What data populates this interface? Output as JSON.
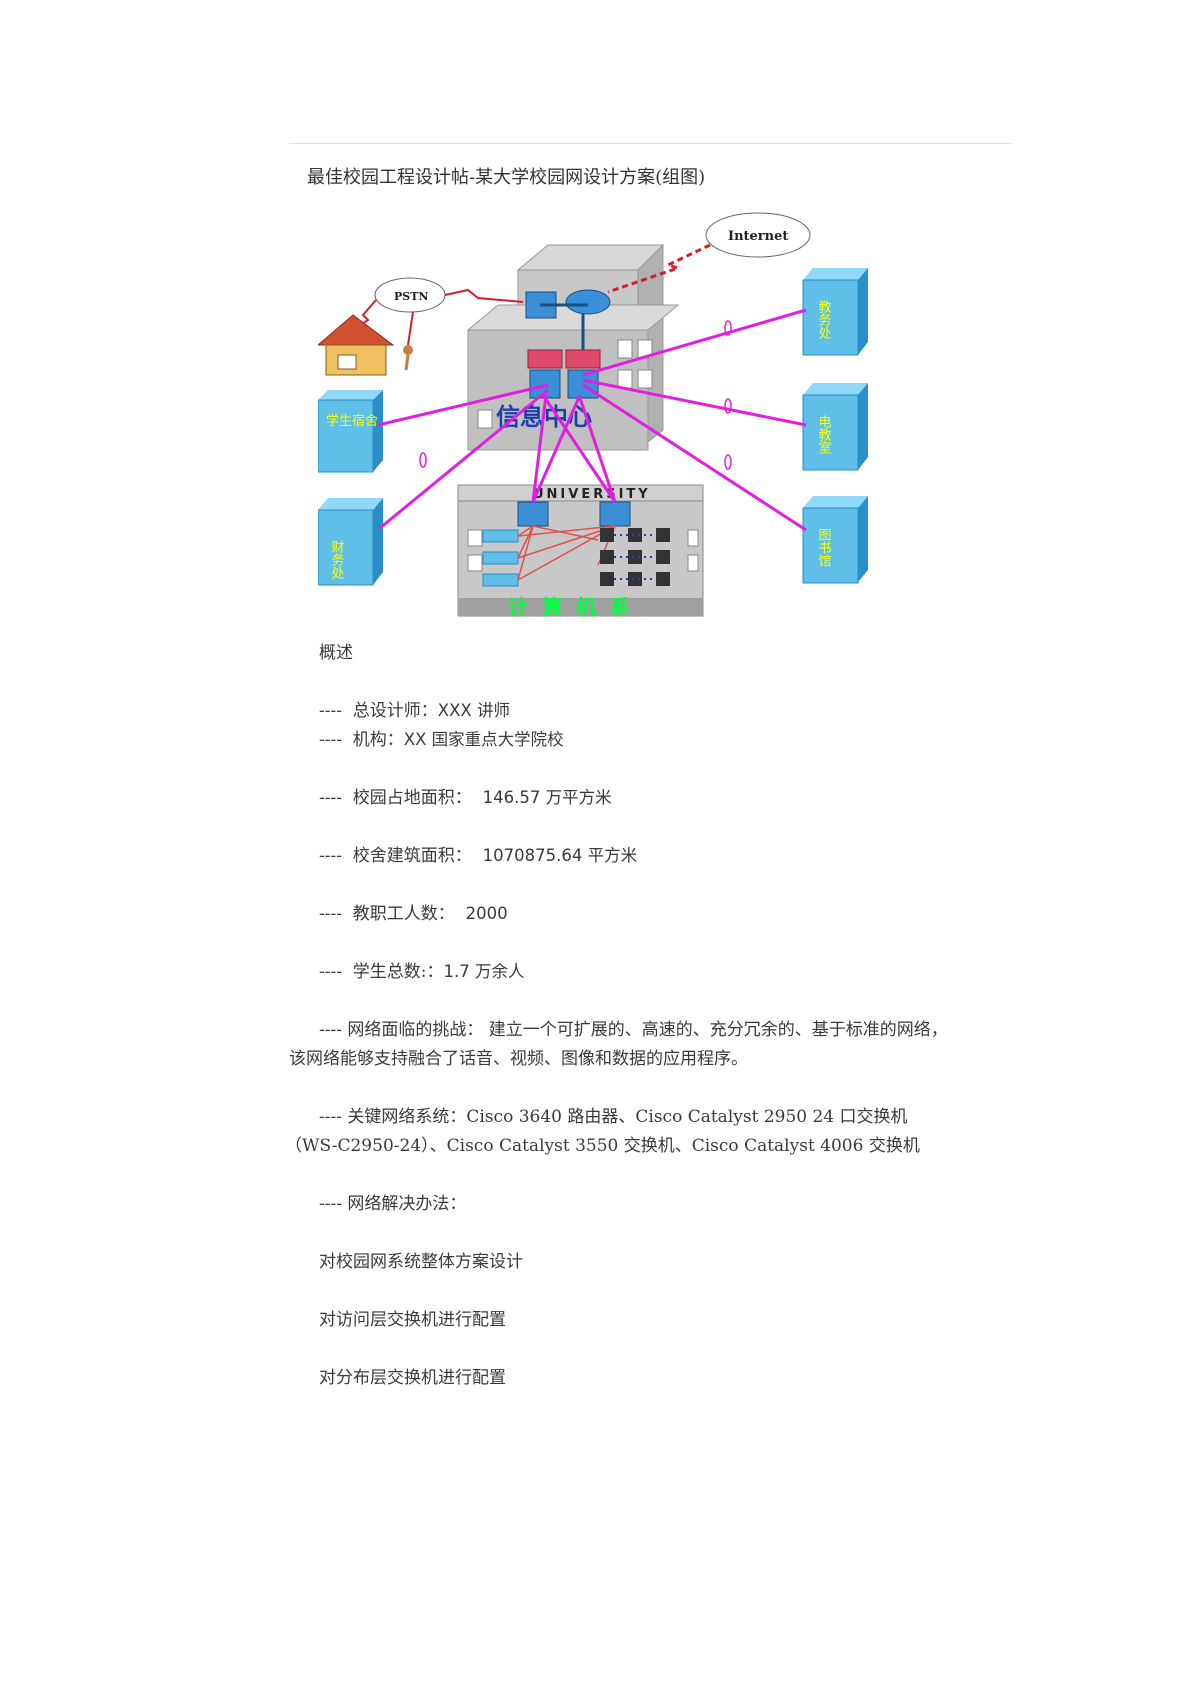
{
  "title": "最佳校园工程设计帖-某大学校园网设计方案(组图)",
  "diagram": {
    "internet_label": "Internet",
    "pstn_label": "PSTN",
    "center_label": "信息中心",
    "university_label": "UNIVERSITY",
    "lab_label": "计算机系",
    "dormitory_label": "学生宿舍",
    "right_buildings": [
      "教务处",
      "电教室",
      "图书馆"
    ],
    "left_building": "财务处",
    "colors": {
      "link": "#e020e0",
      "wan": "#d0202a",
      "building": "#5fbfe8",
      "window": "#ffff00"
    }
  },
  "overview": "概述",
  "lines": [
    {
      "prefix": "----",
      "label": "总设计师：",
      "value": "XXX 讲师"
    },
    {
      "prefix": "----",
      "label": "机构：",
      "value": "XX 国家重点大学院校"
    },
    {
      "prefix": "----",
      "label": "校园占地面积：",
      "value": "146.57 万平方米"
    },
    {
      "prefix": "----",
      "label": "校舍建筑面积：",
      "value": "1070875.64 平方米"
    },
    {
      "prefix": "----",
      "label": "教职工人数：",
      "value": "2000"
    },
    {
      "prefix": "----",
      "label": "学生总数:：",
      "value": "1.7 万余人"
    }
  ],
  "challenge": {
    "line1": "----  网络面临的挑战：  建立一个可扩展的、高速的、充分冗余的、基于标准的网络，",
    "line2": "该网络能够支持融合了话音、视频、图像和数据的应用程序。"
  },
  "systems": {
    "line1": "----  关键网络系统：Cisco 3640 路由器、Cisco Catalyst 2950 24 口交换机",
    "line2": "（WS-C2950-24）、Cisco Catalyst 3550 交换机、Cisco Catalyst 4006 交换机"
  },
  "solution_title": "----  网络解决办法：",
  "solutions": [
    "对校园网系统整体方案设计",
    "对访问层交换机进行配置",
    "对分布层交换机进行配置"
  ]
}
